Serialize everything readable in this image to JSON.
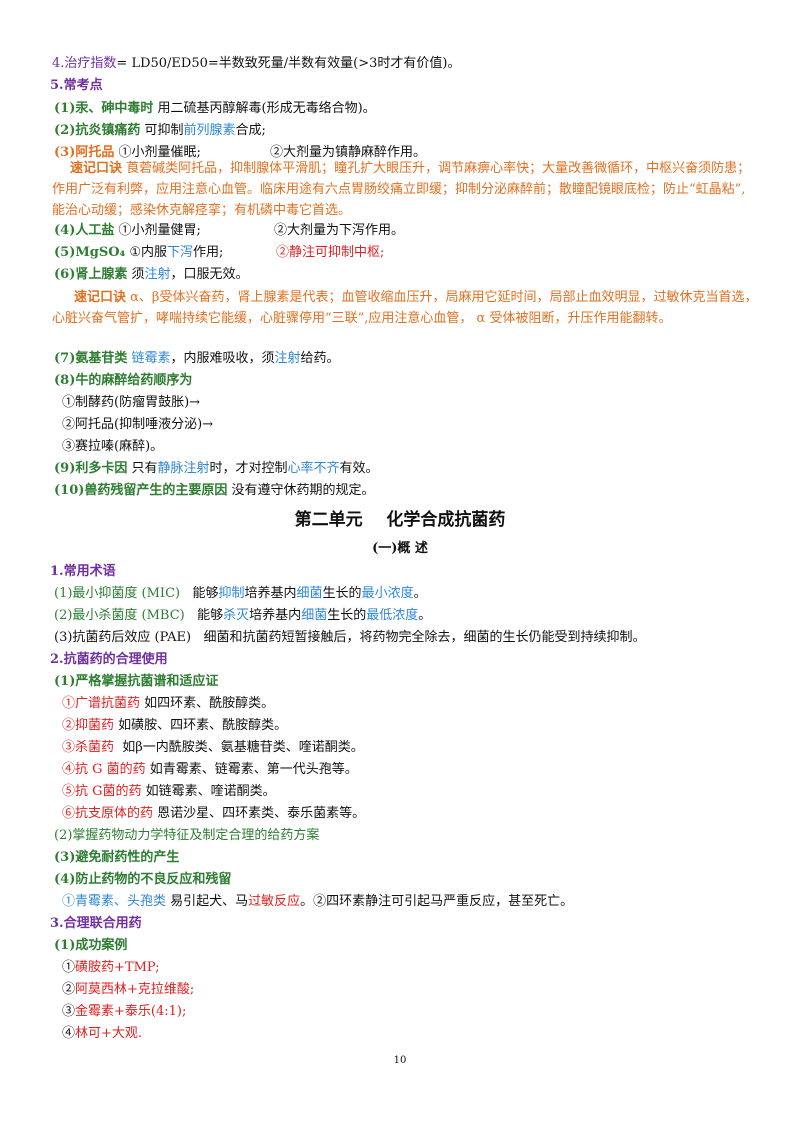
{
  "lines": [
    [
      "4.",
      "治疗指数",
      "= LD50/ED50=半数致死量/半数有效量(>3时才有价值)。"
    ],
    [
      "5.常考点"
    ],
    [
      "(1)汞、砷中毒时",
      " 用二硫基丙醇解毒(形成无毒络合物)。"
    ],
    [
      "(2)抗炎镇痛药",
      " 可抑制",
      "前列腺素",
      "合成;"
    ],
    [
      "(3)阿托品",
      " ①小剂量催眠;",
      "②大剂量为镇静麻醉作用。"
    ],
    [
      "速记口诀",
      " 莨菪碱类阿托品，抑制腺体平滑肌；瞳孔扩大眼压升，调节麻痹心率快；大量改善微循环，中枢兴奋须防患；作用广泛有利弊，应用注意心血管。临床用途有六点胃肠绞痛立即缓；抑制分泌麻醉前；散瞳配镜眼底检；防止“虹晶粘”,能治心动缓；感染休克解痉挛；有机磷中毒它首选。"
    ],
    [
      "(4)人工盐",
      " ①小剂量健胃;",
      "②大剂量为下泻作用。"
    ],
    [
      "(5)MgSO₄",
      " ①内服",
      "下泻",
      "作用;",
      "②静注可抑制中枢;"
    ],
    [
      "(6)肾上腺素",
      " 须",
      "注射",
      "，口服无效。"
    ],
    [
      "速记口诀",
      " α、β受体兴奋药，肾上腺素是代表；血管收缩血压升，局麻用它延时间，局部止血效明显，过敏休克当首选，心脏兴奋气管扩，哮喘持续它能缓，心脏骤停用“三联”,应用注意心血管，  α 受体被阻断，升压作用能翻转。"
    ],
    [
      "(7)氨基苷类",
      " ",
      "链霉素",
      "，内服难吸收，须",
      "注射",
      "给药。"
    ],
    [
      "(8)牛的麻醉给药顺序为"
    ],
    [
      "①制酵药(防瘤胃鼓胀)→"
    ],
    [
      "②阿托品(抑制唾液分泌)→"
    ],
    [
      "③赛拉嗪(麻醉)。"
    ],
    [
      "(9)利多卡因",
      " 只有",
      "静脉注射",
      "时，才对控制",
      "心率不齐",
      "有效。"
    ],
    [
      "(10)兽药残留产生的主要原因",
      " 没有遵守休药期的规定。"
    ],
    [
      "第二单元    化学合成抗菌药"
    ],
    [
      "(一)概 述"
    ],
    [
      "1.常用术语"
    ],
    [
      "(1)最小抑菌度 (MIC)",
      "   能够",
      "抑制",
      "培养基内",
      "细菌",
      "生长的",
      "最小浓度",
      "。"
    ],
    [
      "(2)最小杀菌度 (MBC)",
      "   能够",
      "杀灭",
      "培养基内",
      "细菌",
      "生长的",
      "最低浓度",
      "。"
    ],
    [
      "(3)抗菌药后效应 (PAE)   细菌和抗菌药短暂接触后，将药物完全除去，细菌的生长仍能受到持续抑制。"
    ],
    [
      "2.抗菌药的合理使用"
    ],
    [
      "(1)严格掌握抗菌谱和适应证"
    ],
    [
      "①广谱抗菌药",
      " 如四环素、酰胺醇类。"
    ],
    [
      "②抑菌药",
      " 如磺胺、四环素、酰胺醇类。"
    ],
    [
      "③杀菌药",
      "  如β一内酰胺类、氨基糖苷类、喹诺酮类。"
    ],
    [
      "④抗 G 菌的药",
      " 如青霉素、链霉素、第一代头孢等。"
    ],
    [
      "⑤抗 G菌的药",
      " 如链霉素、喹诺酮类。"
    ],
    [
      "⑥抗支原体的药",
      " 恩诺沙星、四环素类、泰乐菌素等。"
    ],
    [
      "(2)掌握药物动力学特征及制定合理的给药方案"
    ],
    [
      "(3)避免耐药性的产生"
    ],
    [
      "(4)防止药物的不良反应和残留"
    ],
    [
      "①青霉素、头孢类",
      " 易引起犬、马",
      "过敏反应",
      "。②四环素静注可引起马严重反应，甚至死亡。"
    ],
    [
      "3.合理联合用药"
    ],
    [
      "(1)成功案例"
    ],
    [
      "①",
      "磺胺药+TMP;"
    ],
    [
      "②",
      "阿莫西林+克拉维酸;"
    ],
    [
      "③",
      "金霉素+泰乐(4:1);"
    ],
    [
      "④",
      "林可+大观."
    ],
    [
      "10"
    ]
  ]
}
